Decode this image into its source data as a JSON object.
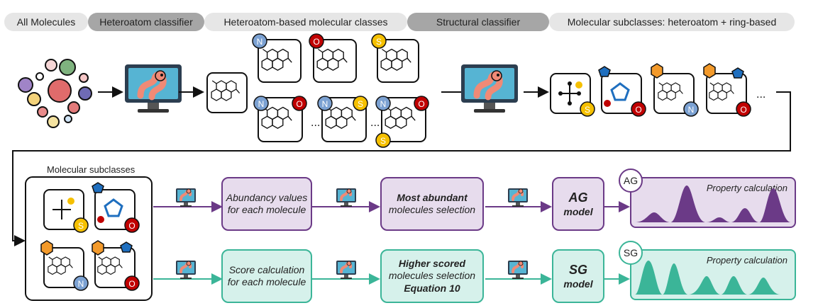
{
  "header": {
    "all_molecules": "All Molecules",
    "heteroatom_classifier": "Heteroatom classifier",
    "heteroatom_classes": "Heteroatom-based molecular classes",
    "structural_classifier": "Structural classifier",
    "molecular_subclasses": "Molecular subclasses: heteroatom + ring-based"
  },
  "atoms": {
    "N": "N",
    "O": "O",
    "S": "S"
  },
  "colors": {
    "N": "#7ba1d2",
    "O": "#c00000",
    "S": "#f5c000",
    "hex": "#f39a2b",
    "pentagon": "#1f6fbf",
    "purple": "#6b3a87",
    "teal": "#3bb598",
    "worm": "#f08a76"
  },
  "ellipsis": "...",
  "subclasses_label": "Molecular subclasses",
  "ag_row": {
    "step1_line1": "Abundancy values",
    "step1_line2": "for each molecule",
    "step2_line1": "Most abundant",
    "step2_line2": "molecules selection",
    "model_line1": "AG",
    "model_line2": "model",
    "badge": "AG",
    "panel_title": "Property calculation"
  },
  "sg_row": {
    "step1_line1": "Score calculation",
    "step1_line2": "for each molecule",
    "step2_line1": "Higher scored",
    "step2_line2": "molecules selection",
    "step2_line3": "Equation 10",
    "model_line1": "SG",
    "model_line2": "model",
    "badge": "SG",
    "panel_title": "Property calculation"
  }
}
